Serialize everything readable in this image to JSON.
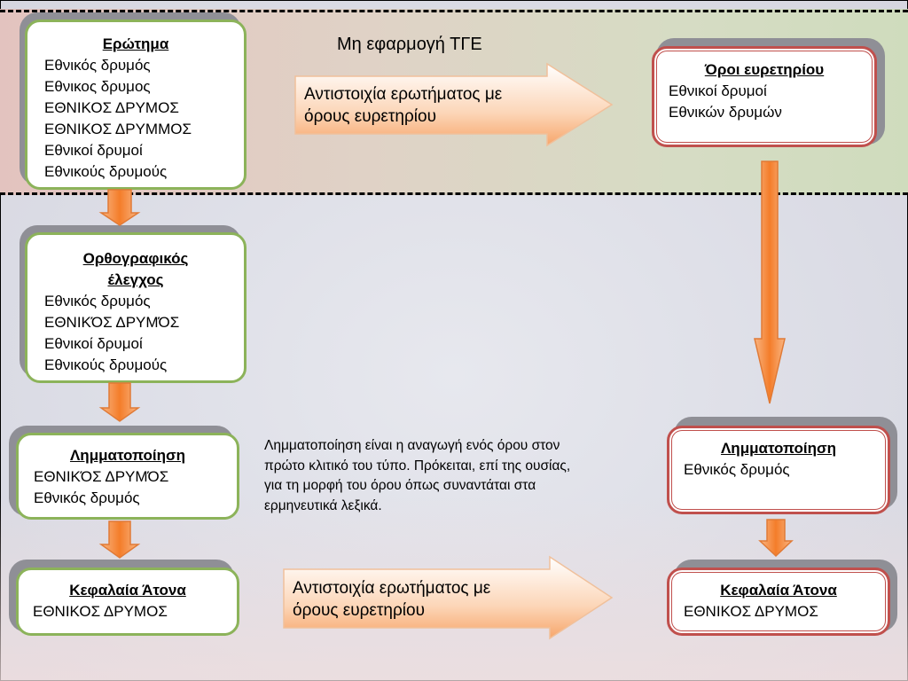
{
  "header_label": "Μη εφαρμογή ΤΓΕ",
  "left": {
    "query": {
      "title": "Ερώτημα",
      "lines": [
        "Εθνικός δρυμός",
        "Εθνικος δρυμος",
        "ΕΘΝΙΚΟΣ ΔΡΥΜΟΣ",
        "ΕΘΝΙΚΟΣ ΔΡΥΜΜΟΣ",
        "Εθνικοί δρυμοί",
        "Εθνικούς δρυμούς"
      ]
    },
    "spell": {
      "title_line1": "Ορθογραφικός",
      "title_line2": "έλεγχος",
      "lines": [
        "Εθνικός δρυμός",
        "ΕΘΝΙΚΌΣ ΔΡΥΜΌΣ",
        "Εθνικοί δρυμοί",
        "Εθνικούς δρυμούς"
      ]
    },
    "lemma": {
      "title": "Λημματοποίηση",
      "lines": [
        "ΕΘΝΙΚΌΣ ΔΡΥΜΌΣ",
        "Εθνικός δρυμός"
      ]
    },
    "caps": {
      "title": "Κεφαλαία Άτονα",
      "lines": [
        "ΕΘΝΙΚΟΣ ΔΡΥΜΟΣ"
      ]
    }
  },
  "right": {
    "index": {
      "title": "Όροι ευρετηρίου",
      "lines": [
        "Εθνικοί δρυμοί",
        "Εθνικών δρυμών"
      ]
    },
    "lemma": {
      "title": "Λημματοποίηση",
      "lines": [
        "Εθνικός δρυμός"
      ]
    },
    "caps": {
      "title": "Κεφαλαία Άτονα",
      "lines": [
        "ΕΘΝΙΚΟΣ ΔΡΥΜΟΣ"
      ]
    }
  },
  "arrow_top": {
    "line1": "Αντιστοιχία ερωτήματος με",
    "line2": "όρους ευρετηρίου"
  },
  "arrow_bottom": {
    "line1": "Αντιστοιχία ερωτήματος με",
    "line2": "όρους ευρετηρίου"
  },
  "lemma_note": [
    "Λημματοποίηση είναι η αναγωγή ενός όρου στον",
    "πρώτο κλιτικό του τύπο. Πρόκειται, επί της ουσίας,",
    "για τη μορφή του όρου όπως συναντάται στα",
    "ερμηνευτικά λεξικά."
  ],
  "colors": {
    "green_border": "#8cb35a",
    "red_border": "#c0504d",
    "arrow_orange": "#f79646",
    "box_shadow": "#8f8f96"
  }
}
